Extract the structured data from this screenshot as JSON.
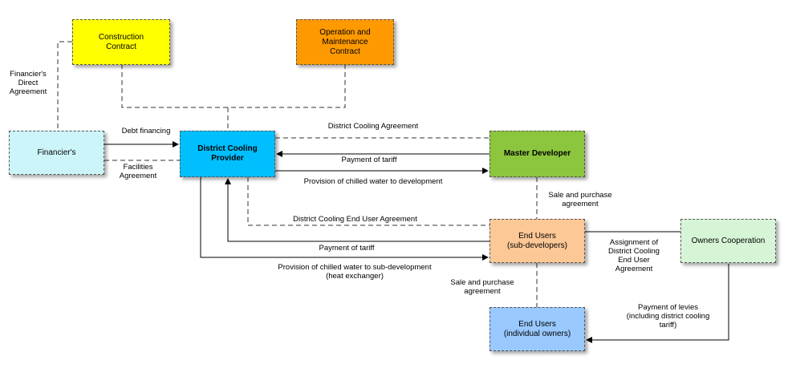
{
  "colors": {
    "construction": "#ffff00",
    "om": "#ff9900",
    "financiers": "#ccf5fa",
    "dc_provider": "#00bfff",
    "master_developer": "#8cc63e",
    "end_users_sub": "#fcc896",
    "owners_coop": "#d6f5d6",
    "end_users_ind": "#99c9ff"
  },
  "boxes": {
    "construction": "Construction\nContract",
    "om": "Operation and\nMaintenance\nContract",
    "financiers": "Financier's",
    "dc_provider": "District Cooling\nProvider",
    "master_developer": "Master Developer",
    "end_users_sub": "End Users\n(sub-developers)",
    "owners_coop": "Owners Cooperation",
    "end_users_ind": "End Users\n(individual owners)"
  },
  "labels": {
    "financiers_direct": "Financier's\nDirect\nAgreement",
    "debt_financing": "Debt financing",
    "facilities": "Facilities\nAgreement",
    "dc_agreement": "District Cooling Agreement",
    "payment_tariff_1": "Payment of tariff",
    "chilled_water_dev": "Provision of chilled water to development",
    "sale_purchase_1": "Sale and purchase\nagreement",
    "dc_end_user": "District Cooling End User Agreement",
    "payment_tariff_2": "Payment of tariff",
    "chilled_water_sub": "Provision of chilled water to sub-development\n(heat exchanger)",
    "assignment": "Assignment of\nDistrict Cooling\nEnd User\nAgreement",
    "sale_purchase_2": "Sale and purchase\nagreement",
    "levies": "Payment of levies\n(including district cooling\ntariff)"
  }
}
